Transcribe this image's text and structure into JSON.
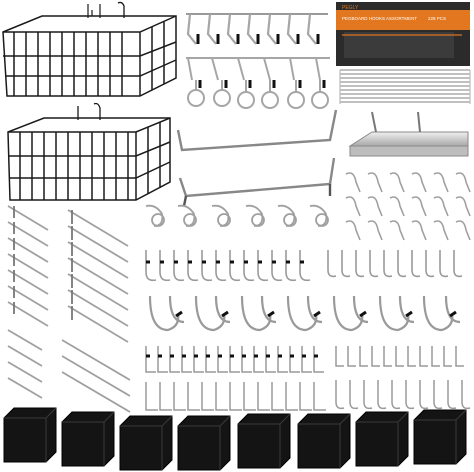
{
  "product_box": {
    "brand": "PEGLY",
    "title": "PEGBOARD HOOKS ASSORTMENT",
    "count": "228 PCS"
  },
  "colors": {
    "background": "#ffffff",
    "wire_black": "#1a1a1a",
    "chrome": "#8a8a8a",
    "chrome_light": "#d6d6d6",
    "bin_black": "#141414",
    "box_orange": "#e2771f",
    "box_dark": "#2b2b2b"
  }
}
